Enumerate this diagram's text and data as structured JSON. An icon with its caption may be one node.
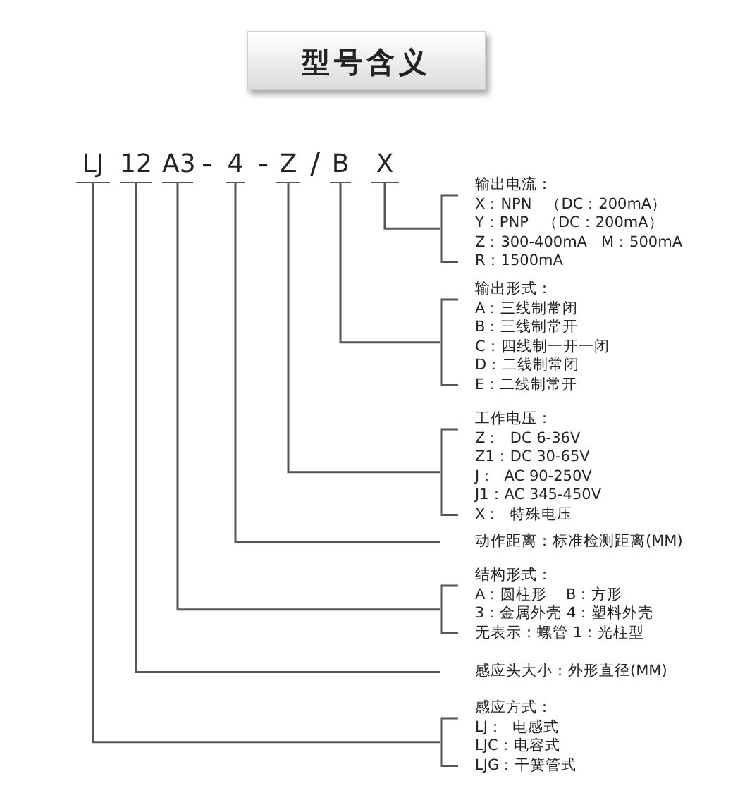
{
  "diagram": {
    "title": "型号含义",
    "nodes": [
      {
        "text": [
          "LJ"
        ]
      },
      {
        "text": [
          "12"
        ]
      },
      {
        "text": [
          "A3"
        ]
      },
      {
        "text": [
          "4"
        ]
      },
      {
        "text": [
          "Z"
        ]
      },
      {
        "text": [
          "B"
        ]
      },
      {
        "text": [
          "X"
        ]
      },
      {
        "text": [
          "输出电流：",
          "X：NPN   （DC：200mA）",
          "Y：PNP   （DC：200mA）",
          "Z：300-400mA   M：500mA",
          "R：1500mA"
        ]
      },
      {
        "text": [
          "输出形式：",
          "A：三线制常闭",
          "B：三线制常开",
          "C：四线制一开一闭",
          "D：二线制常闭",
          "E：二线制常开"
        ]
      },
      {
        "text": [
          "工作电压：",
          "Z：  DC 6-36V",
          "Z1：DC 30-65V",
          "J：  AC 90-250V",
          "J1：AC 345-450V",
          "X：  特殊电压"
        ]
      },
      {
        "text": [
          "动作距离：标准检测距离(MM)"
        ]
      },
      {
        "text": [
          "结构形式：",
          "A：圆柱形    B：方形",
          "3：金属外壳 4：塑料外壳",
          "无表示：螺管 1：光柱型"
        ]
      },
      {
        "text": [
          "感应头大小：外形直径(MM)"
        ]
      },
      {
        "text": [
          "感应方式：",
          "LJ：  电感式",
          "LJC：电容式",
          "LJG：干簧管式"
        ]
      }
    ],
    "edges": [
      {
        "from": 6,
        "to": 7,
        "arrow": "none"
      },
      {
        "from": 5,
        "to": 8,
        "arrow": "none"
      },
      {
        "from": 4,
        "to": 9,
        "arrow": "none"
      },
      {
        "from": 3,
        "to": 10,
        "arrow": "none"
      },
      {
        "from": 2,
        "to": 11,
        "arrow": "none"
      },
      {
        "from": 1,
        "to": 12,
        "arrow": "none"
      },
      {
        "from": 0,
        "to": 13,
        "arrow": "none"
      }
    ],
    "labels": [
      "-",
      "-",
      "/"
    ]
  }
}
